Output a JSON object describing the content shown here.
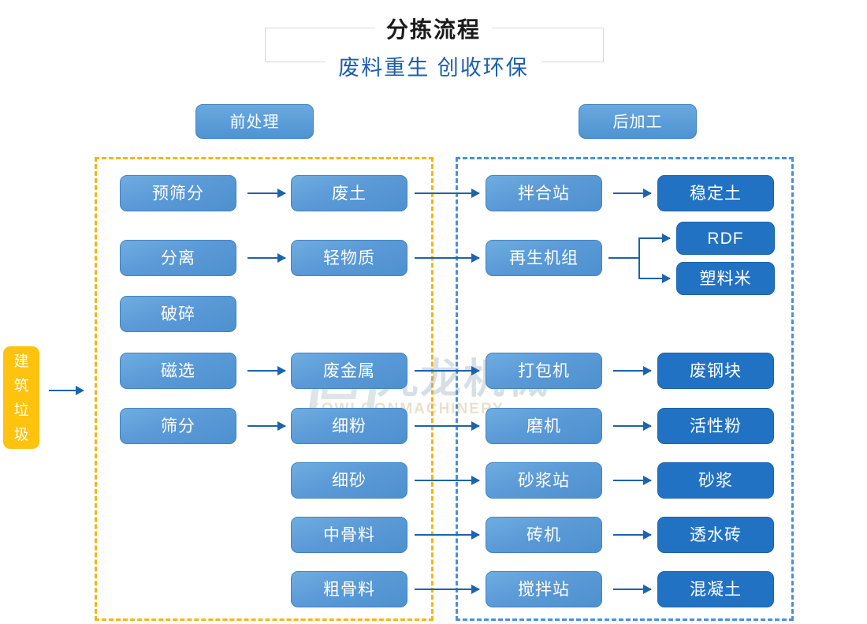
{
  "header": {
    "title": "分拣流程",
    "subtitle": "废料重生 创收环保"
  },
  "sections": {
    "pre_label": "前处理",
    "post_label": "后加工"
  },
  "source": {
    "label": "建筑垃圾",
    "chars": [
      "建",
      "筑",
      "垃",
      "圾"
    ],
    "color": "#ffc20e"
  },
  "colors": {
    "node_light": "#5b9ad7",
    "node_dark": "#2272c4",
    "arrow": "#1b63ae",
    "frame_pre": "#f5b60d",
    "frame_post": "#4a90d9",
    "title": "#1a1a1a",
    "subtitle": "#1b5fae"
  },
  "columns": {
    "equipment_pre": [
      {
        "label": "预筛分"
      },
      {
        "label": "分离"
      },
      {
        "label": "破碎"
      },
      {
        "label": "磁选"
      },
      {
        "label": "筛分"
      }
    ],
    "materials": [
      {
        "label": "废土"
      },
      {
        "label": "轻物质"
      },
      {
        "label": "废金属"
      },
      {
        "label": "细粉"
      },
      {
        "label": "细砂"
      },
      {
        "label": "中骨料"
      },
      {
        "label": "粗骨料"
      }
    ],
    "equipment_post": [
      {
        "label": "拌合站"
      },
      {
        "label": "再生机组"
      },
      {
        "label": "打包机"
      },
      {
        "label": "磨机"
      },
      {
        "label": "砂浆站"
      },
      {
        "label": "砖机"
      },
      {
        "label": "搅拌站"
      }
    ],
    "products": [
      {
        "label": "稳定土"
      },
      {
        "label": "RDF"
      },
      {
        "label": "塑料米"
      },
      {
        "label": "废钢块"
      },
      {
        "label": "活性粉"
      },
      {
        "label": "砂浆"
      },
      {
        "label": "透水砖"
      },
      {
        "label": "混凝土"
      }
    ]
  },
  "watermark": {
    "cn": "九龙机械",
    "en": "KOWLOONMACHINERY"
  }
}
